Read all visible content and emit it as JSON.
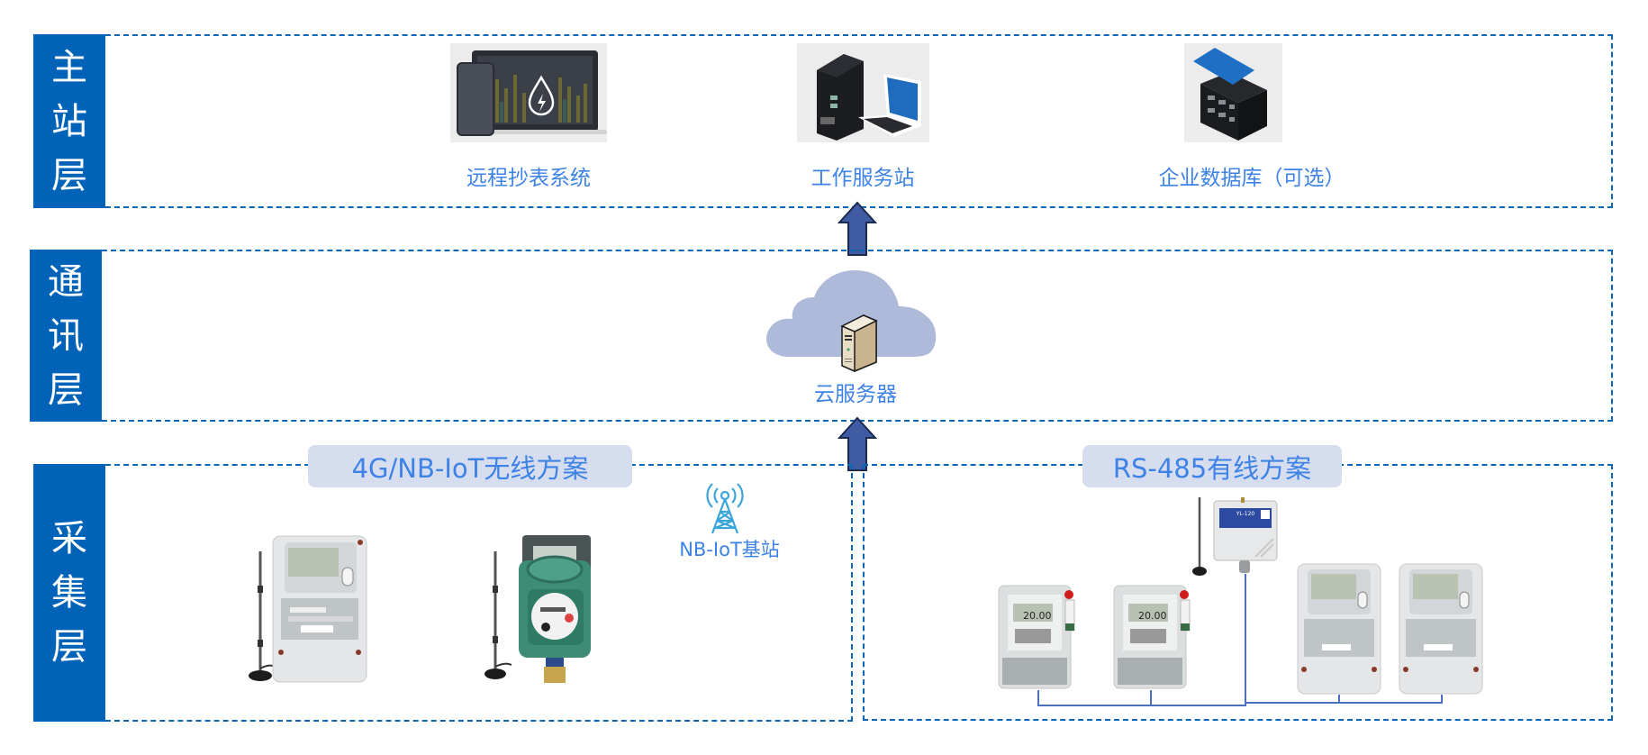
{
  "layers": [
    {
      "id": "master",
      "label_chars": [
        "主",
        "站",
        "层"
      ]
    },
    {
      "id": "comm",
      "label_chars": [
        "通",
        "讯",
        "层"
      ]
    },
    {
      "id": "collect",
      "label_chars": [
        "采",
        "集",
        "层"
      ]
    }
  ],
  "master_layer": {
    "nodes": [
      {
        "icon": "monitor-dashboard-icon",
        "caption": "远程抄表系统"
      },
      {
        "icon": "workstation-server-icon",
        "caption": "工作服务站"
      },
      {
        "icon": "database-server-icon",
        "caption": "企业数据库（可选）"
      }
    ]
  },
  "comm_layer": {
    "cloud": {
      "icon": "cloud-server-icon",
      "caption": "云服务器"
    }
  },
  "collect_layer": {
    "wireless": {
      "title": "4G/NB-IoT无线方案",
      "base_station": {
        "icon": "antenna-tower-icon",
        "caption": "NB-IoT基站"
      },
      "devices": [
        {
          "type": "three-phase-meter",
          "antenna": true
        },
        {
          "type": "water-meter",
          "antenna": true
        }
      ]
    },
    "wired": {
      "title": "RS-485有线方案",
      "gateway": {
        "label": "YL-120",
        "antenna": true
      },
      "devices": [
        {
          "type": "single-phase-meter",
          "display": "20.00"
        },
        {
          "type": "single-phase-meter",
          "display": "20.00"
        },
        {
          "type": "three-phase-meter"
        },
        {
          "type": "three-phase-meter"
        }
      ]
    }
  },
  "colors": {
    "label_bg": "#0063b8",
    "dashed_border": "#0a67b8",
    "caption_text": "#3d82e6",
    "pill_bg": "#d6ddee",
    "arrow_fill": "#3e5ba4",
    "cloud_fill": "#aebad9"
  }
}
